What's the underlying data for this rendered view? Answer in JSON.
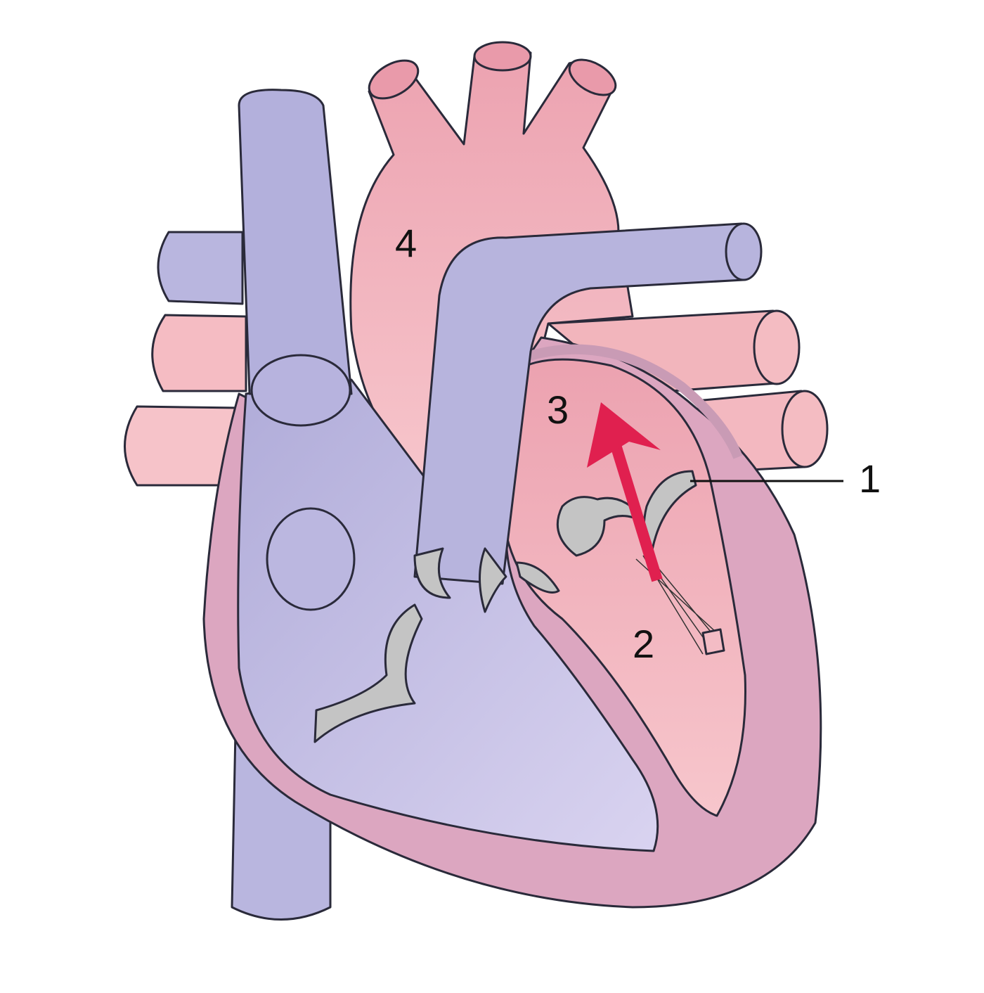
{
  "diagram": {
    "labels": [
      {
        "id": "label-1",
        "text": "1"
      },
      {
        "id": "label-2",
        "text": "2"
      },
      {
        "id": "label-3",
        "text": "3"
      },
      {
        "id": "label-4",
        "text": "4"
      }
    ],
    "colors": {
      "deoxygenated": "#b9b6df",
      "oxygenated": "#f2b3bd",
      "myocardium": "#d9a4bd",
      "valve": "#c4c4c4",
      "arrow": "#e0204f"
    }
  }
}
